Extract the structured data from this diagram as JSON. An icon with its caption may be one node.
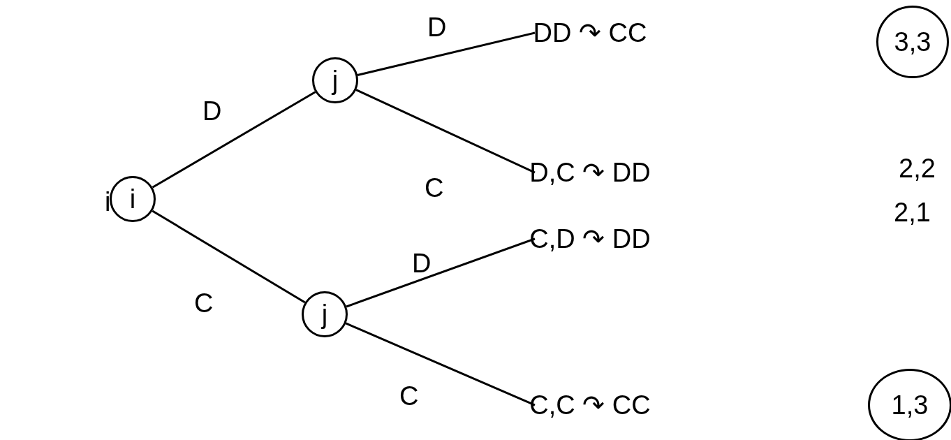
{
  "diagram": {
    "nodes": [
      {
        "text": [
          "i"
        ]
      },
      {
        "text": [
          "j"
        ]
      },
      {
        "text": [
          "j"
        ]
      },
      {
        "text": [
          "DD ↷ CC"
        ]
      },
      {
        "text": [
          "D,C ↷ DD"
        ]
      },
      {
        "text": [
          "C,D ↷ DD"
        ]
      },
      {
        "text": [
          "C,C ↷ CC"
        ]
      },
      {
        "text": [
          "3,3"
        ]
      },
      {
        "text": [
          "1,3"
        ]
      }
    ],
    "edges": [
      {
        "from": 0,
        "to": 1,
        "arrow": "none",
        "label": "D"
      },
      {
        "from": 0,
        "to": 2,
        "arrow": "none",
        "label": "C"
      },
      {
        "from": 1,
        "to": 3,
        "arrow": "none",
        "label": "D"
      },
      {
        "from": 1,
        "to": 4,
        "arrow": "none",
        "label": "C"
      },
      {
        "from": 2,
        "to": 5,
        "arrow": "none",
        "label": "D"
      },
      {
        "from": 2,
        "to": 6,
        "arrow": "none",
        "label": "C"
      }
    ],
    "labels": [
      "i",
      "2,2",
      "2,1"
    ]
  }
}
